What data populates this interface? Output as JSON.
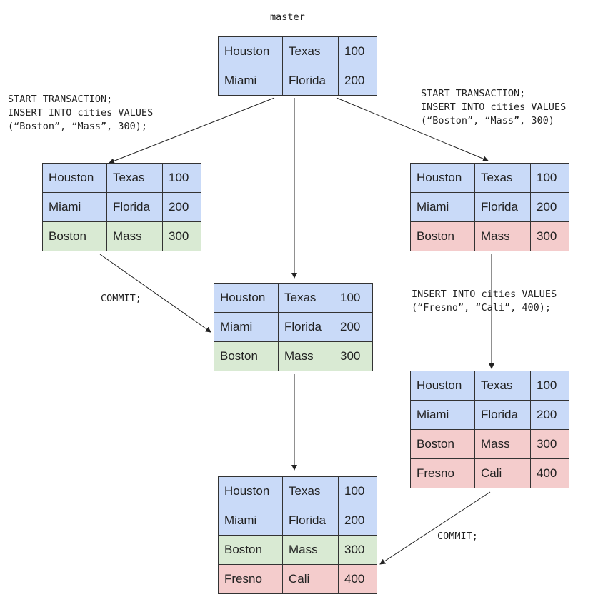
{
  "labels": {
    "master": "master",
    "left_txn": "START TRANSACTION;\nINSERT INTO cities VALUES\n(“Boston”, “Mass”, 300);",
    "right_txn": "START TRANSACTION;\nINSERT INTO cities VALUES\n(“Boston”, “Mass”, 300)",
    "right_insert": "INSERT INTO cities VALUES\n(“Fresno”, “Cali”, 400);",
    "commit_left": "COMMIT;",
    "commit_right": "COMMIT;"
  },
  "colors": {
    "committed": "#c9daf8",
    "left_branch_new": "#d9ead3",
    "right_branch_new": "#f4cccc"
  },
  "tables": [
    {
      "id": "master",
      "rows": [
        {
          "status": "blue",
          "cells": [
            "Houston",
            "Texas",
            "100"
          ]
        },
        {
          "status": "blue",
          "cells": [
            "Miami",
            "Florida",
            "200"
          ]
        }
      ]
    },
    {
      "id": "left-txn",
      "rows": [
        {
          "status": "blue",
          "cells": [
            "Houston",
            "Texas",
            "100"
          ]
        },
        {
          "status": "blue",
          "cells": [
            "Miami",
            "Florida",
            "200"
          ]
        },
        {
          "status": "green",
          "cells": [
            "Boston",
            "Mass",
            "300"
          ]
        }
      ]
    },
    {
      "id": "right-txn",
      "rows": [
        {
          "status": "blue",
          "cells": [
            "Houston",
            "Texas",
            "100"
          ]
        },
        {
          "status": "blue",
          "cells": [
            "Miami",
            "Florida",
            "200"
          ]
        },
        {
          "status": "red",
          "cells": [
            "Boston",
            "Mass",
            "300"
          ]
        }
      ]
    },
    {
      "id": "middle-after-commit",
      "rows": [
        {
          "status": "blue",
          "cells": [
            "Houston",
            "Texas",
            "100"
          ]
        },
        {
          "status": "blue",
          "cells": [
            "Miami",
            "Florida",
            "200"
          ]
        },
        {
          "status": "green",
          "cells": [
            "Boston",
            "Mass",
            "300"
          ]
        }
      ]
    },
    {
      "id": "right-after-insert",
      "rows": [
        {
          "status": "blue",
          "cells": [
            "Houston",
            "Texas",
            "100"
          ]
        },
        {
          "status": "blue",
          "cells": [
            "Miami",
            "Florida",
            "200"
          ]
        },
        {
          "status": "red",
          "cells": [
            "Boston",
            "Mass",
            "300"
          ]
        },
        {
          "status": "red",
          "cells": [
            "Fresno",
            "Cali",
            "400"
          ]
        }
      ]
    },
    {
      "id": "final",
      "rows": [
        {
          "status": "blue",
          "cells": [
            "Houston",
            "Texas",
            "100"
          ]
        },
        {
          "status": "blue",
          "cells": [
            "Miami",
            "Florida",
            "200"
          ]
        },
        {
          "status": "green",
          "cells": [
            "Boston",
            "Mass",
            "300"
          ]
        },
        {
          "status": "red",
          "cells": [
            "Fresno",
            "Cali",
            "400"
          ]
        }
      ]
    }
  ]
}
